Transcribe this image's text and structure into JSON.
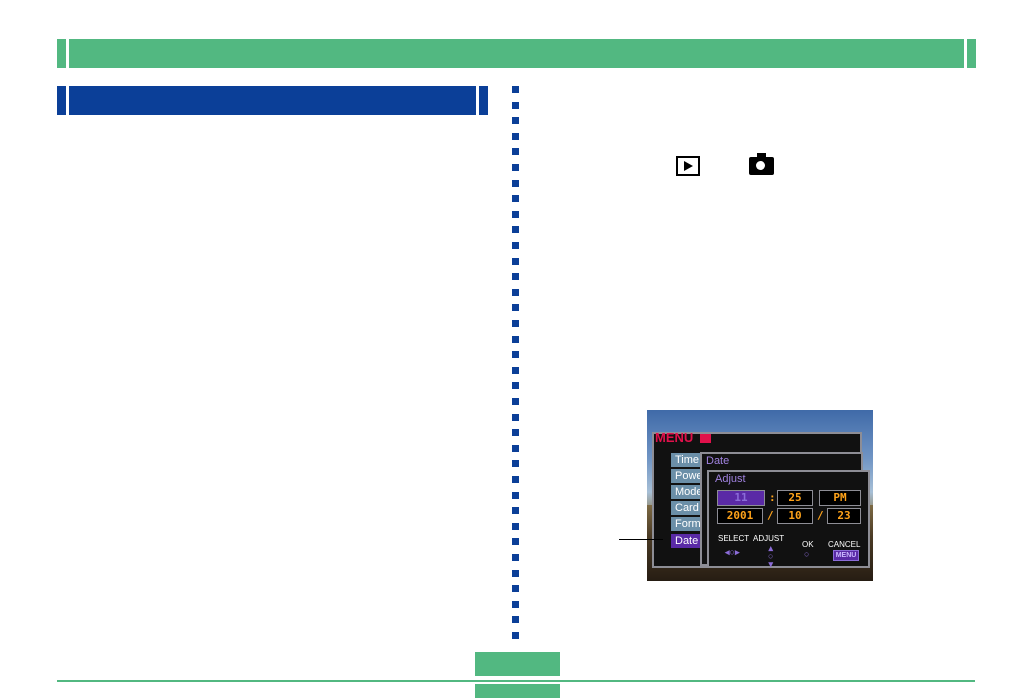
{
  "colors": {
    "header_green": "#52b881",
    "section_blue": "#0b3f98",
    "divider_blue": "#0b3f98",
    "lcd_menu_red": "#e0114b",
    "lcd_select_purple": "#5a2aa6",
    "lcd_digit_orange": "#ffa31a"
  },
  "icons": [
    "play-mode-icon",
    "record-mode-icon"
  ],
  "lcd": {
    "menu_title": "MENU",
    "menu_items": [
      "Time",
      "Power",
      "Mode",
      "Card",
      "Format",
      "Date"
    ],
    "date_panel_title": "Date",
    "adjust_panel_title": "Adjust",
    "time": {
      "hour": "11",
      "minute": "25",
      "ampm": "PM"
    },
    "date": {
      "year": "2001",
      "month": "10",
      "day": "23"
    },
    "separators": {
      "time": ":",
      "date": "/"
    },
    "hints": {
      "select": "SELECT",
      "adjust": "ADJUST",
      "ok": "OK",
      "cancel": "CANCEL",
      "menu_button": "MENU"
    }
  }
}
